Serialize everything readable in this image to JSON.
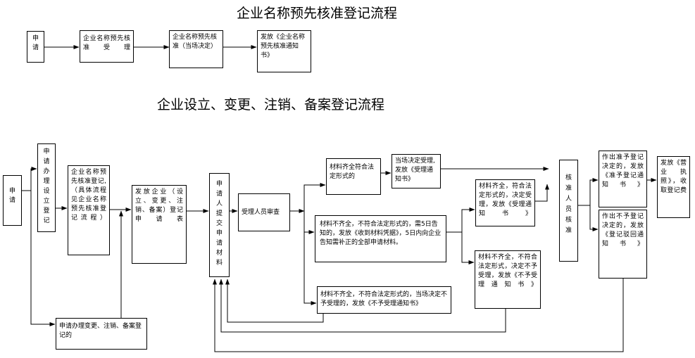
{
  "titles": {
    "name_flow": "企业名称预先核准登记流程",
    "reg_flow": "企业设立、变更、注销、备案登记流程"
  },
  "name_flow": {
    "apply": "申请",
    "accept": "企业名称预先核准受理",
    "approve": "企业名称预先核准（当场决定）",
    "issue": "发放《企业名称预先核准通知书》"
  },
  "reg_flow": {
    "apply": "申请",
    "handle": "申请办理设立登记",
    "prenote": "企业名称预先核准登记,（具体流程见企业名称预先核准登记流程）",
    "form": "发放企业（设立、变更、注销、备案）登记申请表",
    "submit": "申请人提交申请材料",
    "review": "受理人员审查",
    "complete": "材料齐全符合法定形式的",
    "onsite": "当场决定受理,发放《受理通知书》",
    "incomplete": "材料不齐全，不符合法定形式的，需5日告知的，发放《收到材料凭据》，5日内向企业告知需补正的全部申请材料。",
    "reject_onsite": "材料不齐全，不符合法定形式的，当场决定不予受理的，发放《不予受理通知书》",
    "accepted": "材料齐全，符合法定形式的，决定受理，发放《受理通知书》",
    "not_accepted": "材料不齐全，不符合法定形式，决定不予受理，发放《不予受理通知书》",
    "verifier": "核准人员核准",
    "approved": "作出准予登记决定的，发放《准予登记通知书》",
    "denied": "作出不予登记决定的，发放《登记驳回通知书》",
    "license": "发放《营业执照》，收取登记费",
    "change": "申请办理变更、注销、备案登记的"
  }
}
